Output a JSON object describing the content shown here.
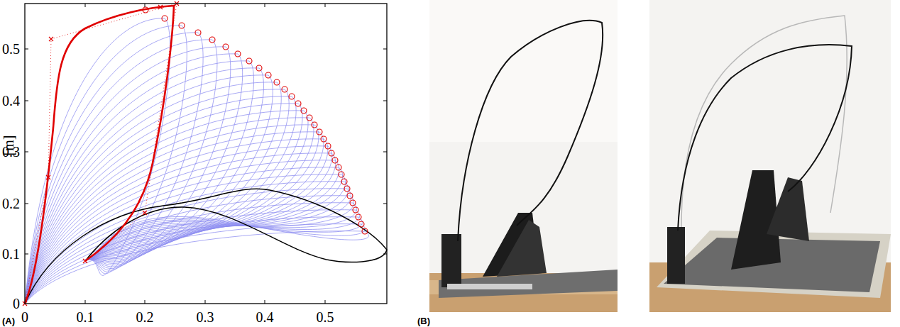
{
  "diagram": {
    "labels": [
      "0.5",
      "0.4",
      "0.3",
      "0.2",
      "0.1",
      "0",
      "[m]",
      "0",
      "0.1",
      "0.2",
      "0.3",
      "0.4",
      "0.5",
      "(A)",
      "(B)"
    ]
  }
}
